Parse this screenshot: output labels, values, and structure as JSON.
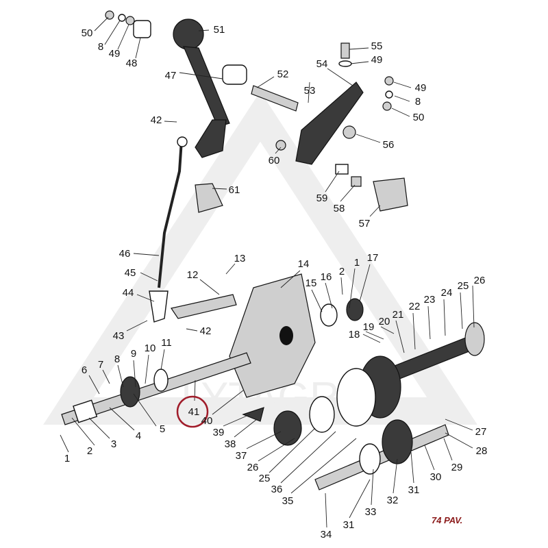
{
  "diagram_title_code": "74 PAV.",
  "watermark": "LYTAGRA",
  "highlight_color": "#a01c2a",
  "highlighted_part": "41",
  "labels": [
    "50",
    "8",
    "49",
    "48",
    "51",
    "55",
    "49",
    "54",
    "52",
    "47",
    "53",
    "49",
    "8",
    "50",
    "42",
    "56",
    "60",
    "61",
    "59",
    "58",
    "57",
    "46",
    "13",
    "14",
    "2",
    "1",
    "17",
    "45",
    "12",
    "15",
    "16",
    "44",
    "26",
    "25",
    "24",
    "23",
    "22",
    "42",
    "43",
    "20",
    "19",
    "21",
    "18",
    "11",
    "10",
    "9",
    "8",
    "7",
    "6",
    "41",
    "40",
    "5",
    "39",
    "4",
    "3",
    "38",
    "27",
    "2",
    "37",
    "28",
    "1",
    "26",
    "29",
    "25",
    "30",
    "31",
    "36",
    "32",
    "35",
    "33",
    "31",
    "34"
  ]
}
